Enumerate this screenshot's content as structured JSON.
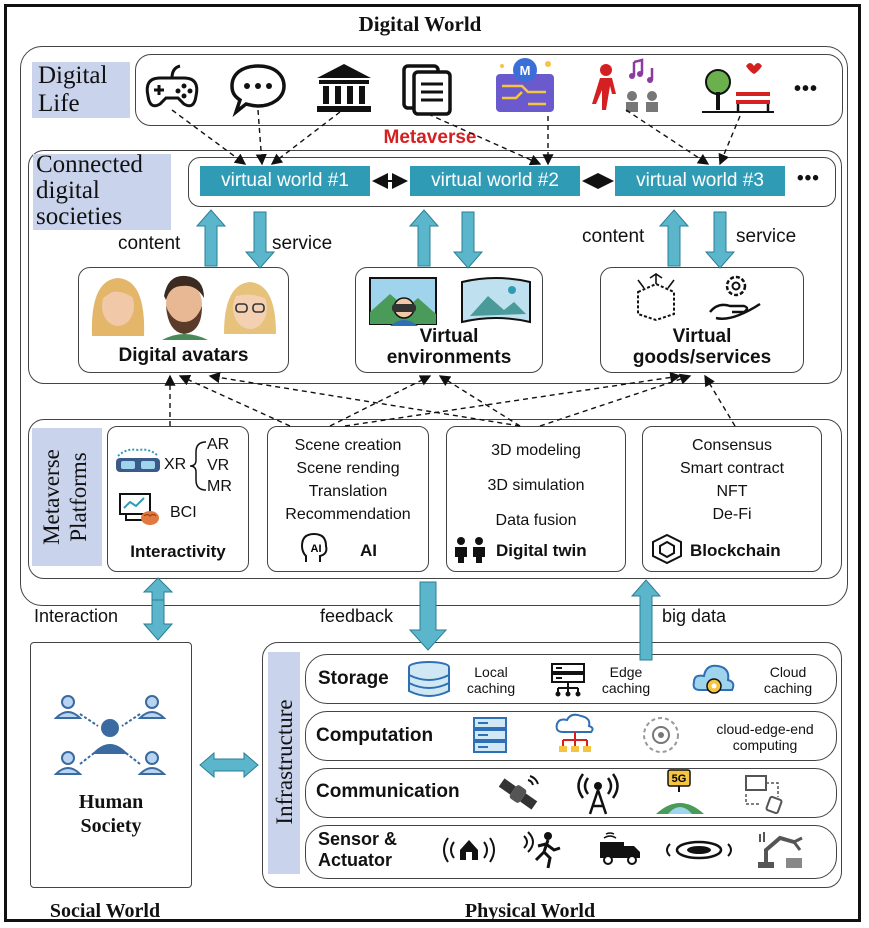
{
  "titles": {
    "digital_world": "Digital World",
    "social_world": "Social World",
    "physical_world": "Physical World",
    "metaverse": "Metaverse"
  },
  "digital_life": {
    "label_line1": "Digital",
    "label_line2": "Life",
    "more": "•••",
    "icons": [
      "gamepad-icon",
      "chat-icon",
      "bank-icon",
      "document-icon",
      "chip-icon",
      "concert-icon",
      "park-icon"
    ]
  },
  "connected": {
    "label_line1": "Connected",
    "label_line2": "digital",
    "label_line3": "societies",
    "worlds": [
      "virtual world #1",
      "virtual world #2",
      "virtual world #3"
    ],
    "more": "•••",
    "content_left": "content",
    "service_left": "service",
    "content_right": "content",
    "service_right": "service",
    "avatars_label": "Digital avatars",
    "env_label_line1": "Virtual",
    "env_label_line2": "environments",
    "goods_label_line1": "Virtual",
    "goods_label_line2": "goods/services"
  },
  "platforms": {
    "label_line1": "Metaverse",
    "label_line2": "Platforms",
    "interactivity": {
      "xr": "XR",
      "ar": "AR",
      "vr": "VR",
      "mr": "MR",
      "bci": "BCI",
      "title": "Interactivity"
    },
    "ai": {
      "items": [
        "Scene creation",
        "Scene rending",
        "Translation",
        "Recommendation"
      ],
      "title": "AI"
    },
    "twin": {
      "items": [
        "3D modeling",
        "3D simulation",
        "Data fusion"
      ],
      "title": "Digital twin"
    },
    "blockchain": {
      "items": [
        "Consensus",
        "Smart contract",
        "NFT",
        "De-Fi"
      ],
      "title": "Blockchain"
    }
  },
  "flows": {
    "interaction": "Interaction",
    "feedback": "feedback",
    "big_data": "big data"
  },
  "human": {
    "line1": "Human",
    "line2": "Society"
  },
  "infrastructure": {
    "label": "Infrastructure",
    "storage": {
      "title": "Storage",
      "local_1": "Local",
      "local_2": "caching",
      "edge_1": "Edge",
      "edge_2": "caching",
      "cloud_1": "Cloud",
      "cloud_2": "caching"
    },
    "computation": {
      "title": "Computation",
      "cec_1": "cloud-edge-end",
      "cec_2": "computing"
    },
    "communication": {
      "title": "Communication",
      "fiveg": "5G"
    },
    "sensor": {
      "title_1": "Sensor &",
      "title_2": "Actuator"
    }
  },
  "colors": {
    "teal": "#2f9bb5",
    "lavender": "#c9d3ec",
    "red": "#d42020"
  }
}
